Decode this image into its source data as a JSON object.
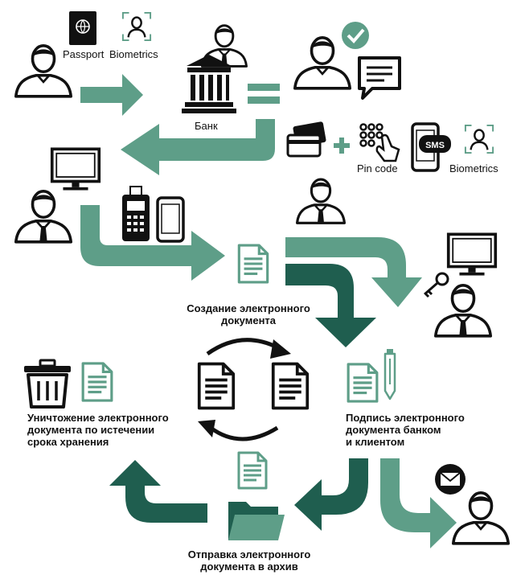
{
  "labels": {
    "passport": "Passport",
    "biometrics_top": "Biometrics",
    "bank": "Банк",
    "pin_code": "Pin code",
    "biometrics_right": "Biometrics",
    "sms": "SMS"
  },
  "captions": {
    "create": [
      "Создание электронного",
      "документа"
    ],
    "sign": [
      "Подпись электронного",
      "документа банком",
      "и клиентом"
    ],
    "destroy": [
      "Уничтожение электронного",
      "документа по истечении",
      "срока хранения"
    ],
    "archive": [
      "Отправка электронного",
      "документа в архив"
    ]
  },
  "colors": {
    "arrow_light": "#5e9e88",
    "arrow_dark": "#1f5e4f",
    "ink": "#111111",
    "check_green": "#5e9e88"
  },
  "icons": [
    "person-icon",
    "passport-icon",
    "biometrics-icon",
    "bank-icon",
    "check-icon",
    "chat-icon",
    "card-icon",
    "pin-keypad-icon",
    "phone-icon",
    "monitor-icon",
    "pos-terminal-icon",
    "document-icon",
    "key-icon",
    "trash-icon",
    "pen-icon",
    "folder-icon",
    "envelope-icon",
    "sync-arrows-icon"
  ]
}
